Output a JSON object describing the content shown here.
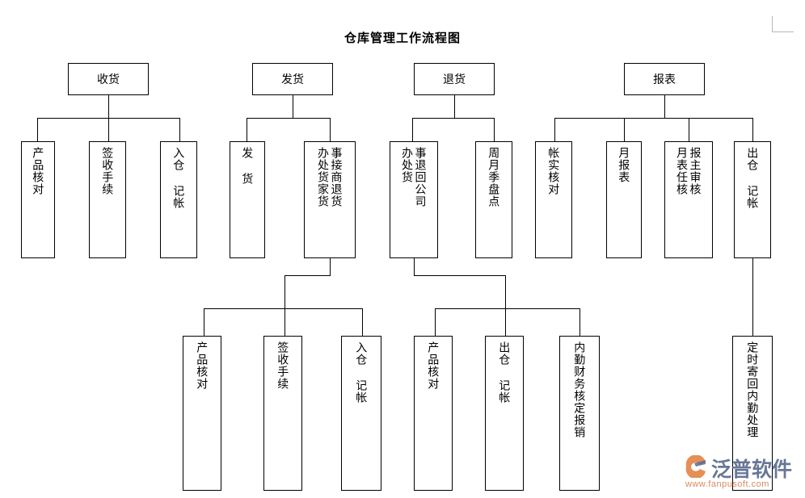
{
  "title": "仓库管理工作流程图",
  "colors": {
    "line": "#000000",
    "text": "#000000",
    "background": "#ffffff",
    "margin_mark": "#b9b9b9",
    "watermark_brand": "#5b6c8f",
    "watermark_url": "#d98b5f",
    "watermark_accent": "#e07b39"
  },
  "watermark": {
    "brand": "泛普软件",
    "url": "www.fanpusoft.com"
  },
  "chart_data": {
    "type": "diagram",
    "diagram_type": "flowchart-tree",
    "title": "仓库管理工作流程图",
    "orientation": "top-down",
    "levels": 3
  },
  "nodes": {
    "receiving": {
      "label": "收货",
      "orientation": "horizontal"
    },
    "shipping": {
      "label": "发货",
      "orientation": "horizontal"
    },
    "returns": {
      "label": "退货",
      "orientation": "horizontal"
    },
    "reports": {
      "label": "报表",
      "orientation": "horizontal"
    },
    "r_product_check": {
      "label": "产品核对",
      "orientation": "vertical"
    },
    "r_signoff": {
      "label": "签收手续",
      "orientation": "vertical"
    },
    "r_inbound_record": {
      "label": "入仓 记帐",
      "orientation": "vertical"
    },
    "s_ship_goods": {
      "label": "发 货",
      "orientation": "vertical"
    },
    "s_merchant_return_right": {
      "label": "事接商退货",
      "orientation": "vertical"
    },
    "s_merchant_return_left": {
      "label": "办处货家货",
      "orientation": "vertical"
    },
    "t_return_company_right": {
      "label": "事退回公司",
      "orientation": "vertical"
    },
    "t_return_company_left": {
      "label": "办处货",
      "orientation": "vertical"
    },
    "t_inventory_count": {
      "label": "周月季盘点",
      "orientation": "vertical"
    },
    "rp_account_check": {
      "label": "帐实核对",
      "orientation": "vertical"
    },
    "rp_monthly_report": {
      "label": "月报表",
      "orientation": "vertical"
    },
    "rp_audit_right": {
      "label": "报主审核",
      "orientation": "vertical"
    },
    "rp_audit_left": {
      "label": "月表任核",
      "orientation": "vertical"
    },
    "rp_outbound_record": {
      "label": "出仓 记帐",
      "orientation": "vertical"
    },
    "b_product_check": {
      "label": "产品核对",
      "orientation": "vertical"
    },
    "b_signoff": {
      "label": "签收手续",
      "orientation": "vertical"
    },
    "b_inbound_record": {
      "label": "入仓 记帐",
      "orientation": "vertical"
    },
    "b_product_check2": {
      "label": "产品核对",
      "orientation": "vertical"
    },
    "b_outbound_record": {
      "label": "出仓 记帐",
      "orientation": "vertical"
    },
    "b_finance_reimburse": {
      "label": "内勤财务核定报销",
      "orientation": "vertical"
    },
    "b_mail_back": {
      "label": "定时寄回内勤处理",
      "orientation": "vertical"
    }
  }
}
